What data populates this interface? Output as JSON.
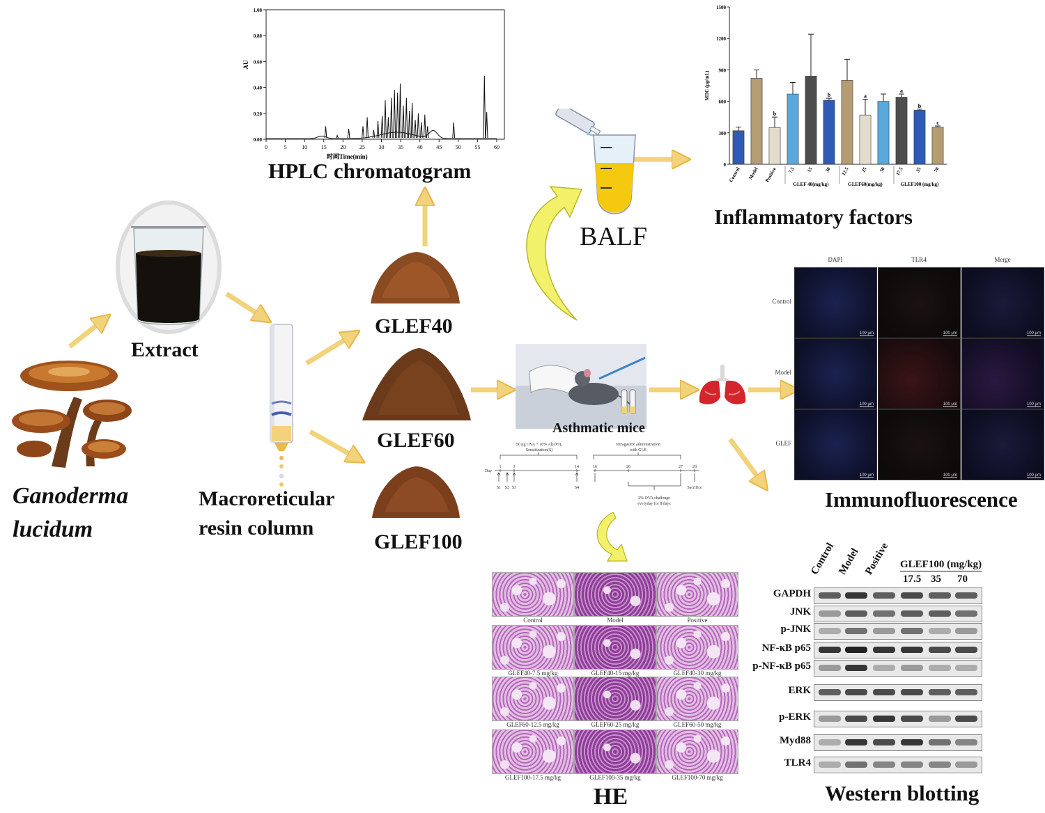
{
  "labels": {
    "ganoderma_line1": "Ganoderma",
    "ganoderma_line2": "lucidum",
    "extract": "Extract",
    "resin_line1": "Macroreticular",
    "resin_line2": "resin column",
    "glef40": "GLEF40",
    "glef60": "GLEF60",
    "glef100": "GLEF100",
    "hplc": "HPLC chromatogram",
    "balf": "BALF",
    "inflammatory": "Inflammatory factors",
    "asthmatic": "Asthmatic mice",
    "immunofluorescence": "Immunofluorescence",
    "he": "HE",
    "western": "Western blotting"
  },
  "hplc_chart": {
    "type": "line",
    "xlabel": "时间Time(min)",
    "ylabel": "AU",
    "x_ticks": [
      0,
      5,
      10,
      15,
      20,
      25,
      30,
      35,
      40,
      45,
      50,
      55,
      60
    ],
    "y_ticks": [
      "0.00",
      "0.20",
      "0.40",
      "0.60",
      "0.80",
      "1.00"
    ],
    "xlim": [
      0,
      62
    ],
    "ylim": [
      0,
      1.0
    ],
    "peaks": [
      {
        "t": 15.5,
        "h": 0.1
      },
      {
        "t": 18.5,
        "h": 0.03
      },
      {
        "t": 21.5,
        "h": 0.08
      },
      {
        "t": 25.2,
        "h": 0.1
      },
      {
        "t": 26.3,
        "h": 0.17
      },
      {
        "t": 28.0,
        "h": 0.07
      },
      {
        "t": 29.1,
        "h": 0.14
      },
      {
        "t": 30.2,
        "h": 0.18
      },
      {
        "t": 31.0,
        "h": 0.3
      },
      {
        "t": 31.8,
        "h": 0.17
      },
      {
        "t": 32.6,
        "h": 0.32
      },
      {
        "t": 33.4,
        "h": 0.38
      },
      {
        "t": 34.2,
        "h": 0.36
      },
      {
        "t": 34.9,
        "h": 0.43
      },
      {
        "t": 35.7,
        "h": 0.26
      },
      {
        "t": 36.5,
        "h": 0.32
      },
      {
        "t": 37.3,
        "h": 0.22
      },
      {
        "t": 38.0,
        "h": 0.28
      },
      {
        "t": 38.8,
        "h": 0.15
      },
      {
        "t": 39.6,
        "h": 0.2
      },
      {
        "t": 40.4,
        "h": 0.13
      },
      {
        "t": 41.3,
        "h": 0.19
      },
      {
        "t": 42.0,
        "h": 0.1
      },
      {
        "t": 48.8,
        "h": 0.13
      },
      {
        "t": 56.8,
        "h": 0.49
      },
      {
        "t": 57.4,
        "h": 0.21
      }
    ]
  },
  "mdc_chart": {
    "type": "bar",
    "ylabel": "MDC (pg/mL)",
    "ylim": [
      0,
      1500
    ],
    "y_ticks": [
      0,
      300,
      600,
      900,
      1200,
      1500
    ],
    "categories": [
      "Control",
      "Model",
      "Positive",
      "7.5",
      "15",
      "30",
      "12.5",
      "25",
      "50",
      "17.5",
      "35",
      "70"
    ],
    "values": [
      320,
      820,
      350,
      670,
      840,
      610,
      800,
      470,
      600,
      640,
      515,
      355
    ],
    "errors": [
      35,
      80,
      100,
      110,
      400,
      20,
      200,
      150,
      70,
      30,
      10,
      10
    ],
    "sig": [
      "",
      "",
      "b",
      "",
      "",
      "b",
      "",
      "a",
      "",
      "a",
      "b",
      "c"
    ],
    "colors": [
      "#2f5bb7",
      "#b59c72",
      "#e4dccb",
      "#5aa9dc",
      "#4d4d4d",
      "#2f5bb7",
      "#b59c72",
      "#e4dccb",
      "#5aa9dc",
      "#4d4d4d",
      "#2f5bb7",
      "#b59c72"
    ],
    "groups": [
      {
        "label": "GLEF 40(mg/kg)",
        "from": 3,
        "to": 5
      },
      {
        "label": "GLEF60(mg/kg)",
        "from": 6,
        "to": 8
      },
      {
        "label": "GLEF100 (mg/kg)",
        "from": 9,
        "to": 11
      }
    ]
  },
  "immuno": {
    "columns": [
      "DAPI",
      "TLR4",
      "Merge"
    ],
    "rows": [
      "Control",
      "Model",
      "GLEF"
    ],
    "scale": "100 μm"
  },
  "timeline": {
    "top_left": "50 μg OVA + 10% Al(OH)₃",
    "top_left2": "Sensitization(S)",
    "top_right": "Intragastric administration",
    "top_right2": "with GLE",
    "day": "Day",
    "days": [
      "1",
      "3",
      "14",
      "16",
      "20",
      "27",
      "28"
    ],
    "events": [
      "S1",
      "S2",
      "S3",
      "S4"
    ],
    "sacrifice": "Sacrifice",
    "challenge": "2% OVA challenge",
    "challenge2": "everyday for 8 days"
  },
  "he_captions": [
    "Control",
    "Model",
    "Positive",
    "GLEF40-7.5 mg/kg",
    "GLEF40-15 mg/kg",
    "GLEF40-30 mg/kg",
    "GLEF60-12.5 mg/kg",
    "GLEF60-25 mg/kg",
    "GLEF60-50 mg/kg",
    "GLEF100-17.5 mg/kg",
    "GLEF100-35 mg/kg",
    "GLEF100-70 mg/kg"
  ],
  "western": {
    "lanes": [
      "Control",
      "Model",
      "Positive"
    ],
    "group_label": "GLEF100 (mg/kg)",
    "doses": [
      "17.5",
      "35",
      "70"
    ],
    "proteins": [
      "GAPDH",
      "JNK",
      "p-JNK",
      "NF-κB p65",
      "p-NF-κB p65",
      "ERK",
      "p-ERK",
      "Myd88",
      "TLR4"
    ]
  },
  "colors": {
    "arrow": "#f2d27a",
    "arrow_stroke": "#e6b84a",
    "curved_arrow": "#f3f06a"
  }
}
